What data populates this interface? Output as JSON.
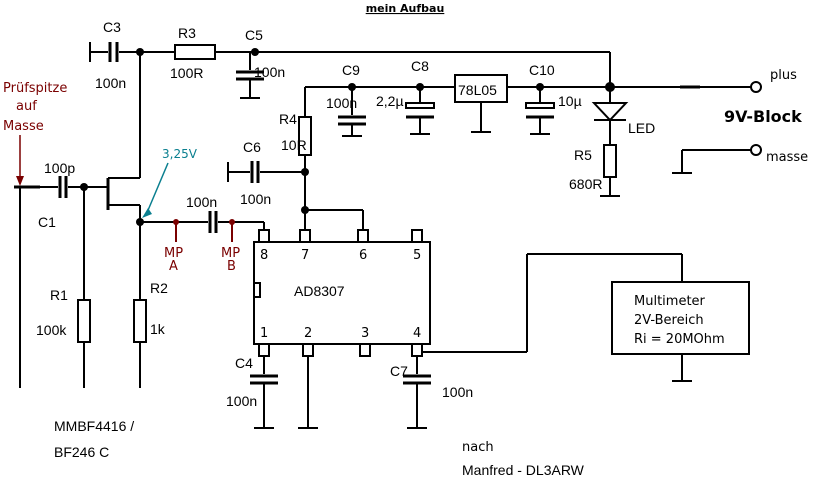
{
  "title": "mein Aufbau",
  "probe_label": [
    "Prüfspitze",
    "auf",
    "Masse"
  ],
  "voltage_label": "3,25V",
  "mp_a": [
    "MP",
    "A"
  ],
  "mp_b": [
    "MP",
    "B"
  ],
  "plus_label": "plus",
  "masse_label": "masse",
  "battery_label": "9V-Block",
  "ic_label": "AD8307",
  "regulator_label": "78L05",
  "components": {
    "C3": {
      "name": "C3",
      "value": "100n"
    },
    "R3": {
      "name": "R3",
      "value": "100R"
    },
    "C5": {
      "name": "C5",
      "value": "100n"
    },
    "C9": {
      "name": "C9",
      "value": "100n"
    },
    "C8": {
      "name": "C8",
      "value": "2,2µ"
    },
    "C10": {
      "name": "C10",
      "value": "10µ"
    },
    "R4": {
      "name": "R4",
      "value": "10R"
    },
    "C6": {
      "name": "C6",
      "value": "100n"
    },
    "C1": {
      "name": "C1",
      "value": "100p"
    },
    "R1": {
      "name": "R1",
      "value": "100k"
    },
    "R2": {
      "name": "R2",
      "value": "1k"
    },
    "C_couple": {
      "value": "100n"
    },
    "C4": {
      "name": "C4",
      "value": "100n"
    },
    "C7": {
      "name": "C7",
      "value": "100n"
    },
    "R5": {
      "name": "R5",
      "value": "680R"
    },
    "LED": {
      "name": "LED"
    }
  },
  "pins": [
    "1",
    "2",
    "3",
    "4",
    "5",
    "6",
    "7",
    "8"
  ],
  "multimeter": [
    "Multimeter",
    "2V-Bereich",
    "Ri = 20MOhm"
  ],
  "transistor": [
    "MMBF4416 /",
    "BF246 C"
  ],
  "credit": [
    "nach",
    "Manfred  -  DL3ARW"
  ]
}
